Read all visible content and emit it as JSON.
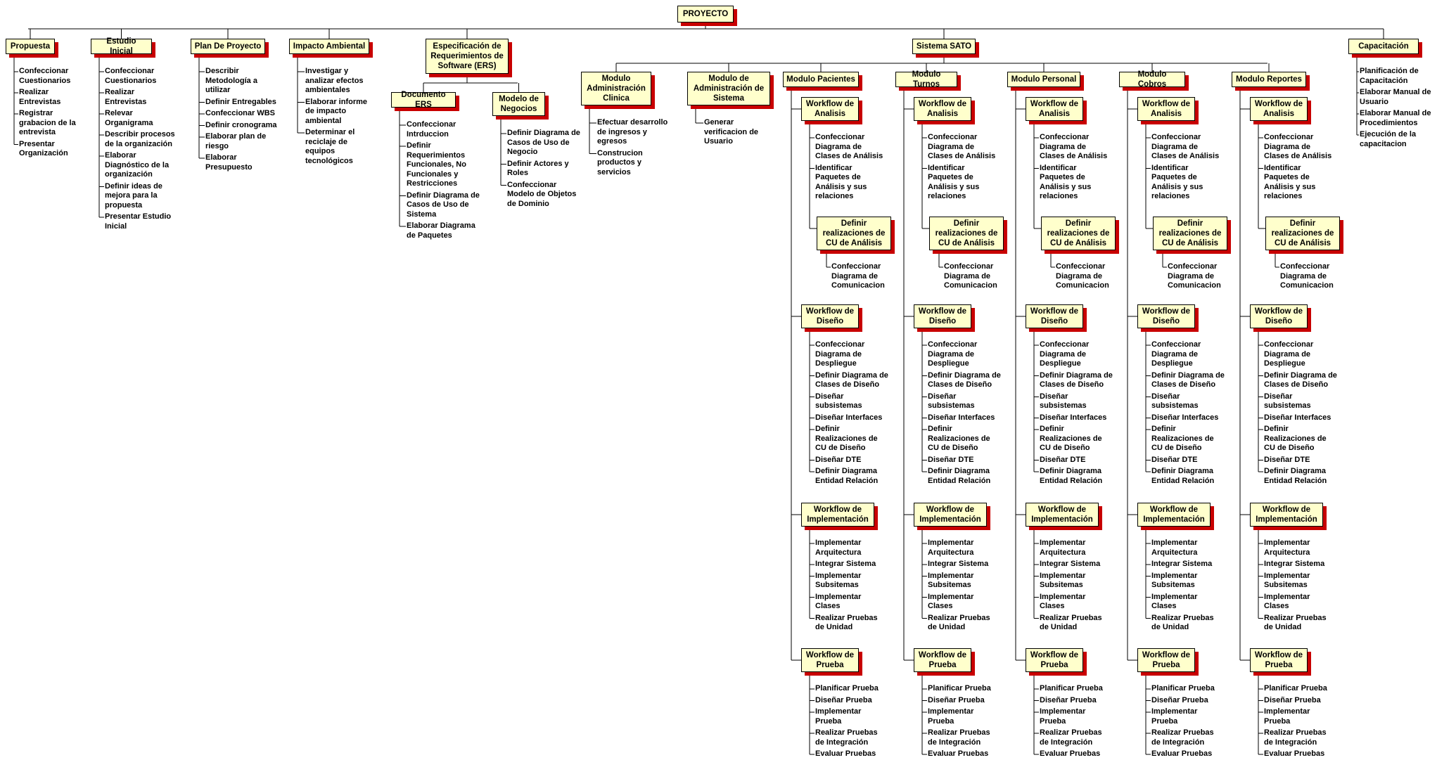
{
  "wbs": {
    "root": "PROYECTO",
    "phases": [
      {
        "label": "Propuesta",
        "items": [
          "Confeccionar\nCuestionarios",
          "Realizar\nEntrevistas",
          "Registrar\ngrabacion de la\nentrevista",
          "Presentar\nOrganización"
        ]
      },
      {
        "label": "Estudio Inicial",
        "items": [
          "Confeccionar\nCuestionarios",
          "Realizar\nEntrevistas",
          "Relevar\nOrganigrama",
          "Describir procesos\nde la organización",
          "Elaborar\nDiagnóstico de la\norganización",
          "Definir ideas de\nmejora para la\npropuesta",
          "Presentar Estudio\nInicial"
        ]
      },
      {
        "label": "Plan De Proyecto",
        "items": [
          "Describir\nMetodología a\nutilizar",
          "Definir Entregables",
          "Confeccionar WBS",
          "Definir cronograma",
          "Elaborar plan de\nriesgo",
          "Elaborar\nPresupuesto"
        ]
      },
      {
        "label": "Impacto Ambiental",
        "items": [
          "Investigar y\nanalizar efectos\nambientales",
          "Elaborar informe\nde impacto\nambiental",
          "Determinar el\nreciclaje de\nequipos\ntecnológicos"
        ]
      },
      {
        "label": "Especificación de\nRequerimientos de\nSoftware (ERS)",
        "children": [
          {
            "label": "Documento ERS",
            "items": [
              "Confeccionar\nIntrduccion",
              "Definir\nRequerimientos\nFuncionales, No\nFuncionales y\nRestricciones",
              "Definir Diagrama de\nCasos de Uso de\nSistema",
              "Elaborar Diagrama\nde Paquetes"
            ]
          },
          {
            "label": "Modelo de\nNegocios",
            "items": [
              "Definir Diagrama de\nCasos de Uso de\nNegocio",
              "Definir Actores y\nRoles",
              "Confeccionar\nModelo de Objetos\nde Dominio"
            ]
          }
        ]
      },
      {
        "label": "Sistema SATO",
        "admin": [
          {
            "label": "Modulo\nAdministración\nClinica",
            "items": [
              "Efectuar desarrollo\nde ingresos y\negresos",
              "Construcion\nproductos y\nservicios"
            ]
          },
          {
            "label": "Modulo de\nAdministración de\nSistema",
            "items": [
              "Generar\nverificacion de\nUsuario"
            ]
          }
        ],
        "modules": [
          "Modulo Pacientes",
          "Modulo Turnos",
          "Modulo Personal",
          "Modulo Cobros",
          "Modulo Reportes"
        ],
        "workflow_template": {
          "analisis": {
            "label": "Workflow de\nAnalisis",
            "items": [
              "Confeccionar\nDiagrama de\nClases de Análisis",
              "Identificar\nPaquetes de\nAnálisis y sus\nrelaciones"
            ],
            "sub": {
              "label": "Definir\nrealizaciones de\nCU de Análisis",
              "items": [
                "Confeccionar\nDiagrama de\nComunicacion"
              ]
            }
          },
          "diseno": {
            "label": "Workflow de\nDiseño",
            "items": [
              "Confeccionar\nDiagrama de\nDespliegue",
              "Definir Diagrama de\nClases de Diseño",
              "Diseñar\nsubsistemas",
              "Diseñar Interfaces",
              "Definir\nRealizaciones de\nCU de Diseño",
              "Diseñar DTE",
              "Definir Diagrama\nEntidad Relación"
            ]
          },
          "implementacion": {
            "label": "Workflow de\nImplementación",
            "items": [
              "Implementar\nArquitectura",
              "Integrar Sistema",
              "Implementar\nSubsitemas",
              "Implementar\nClases",
              "Realizar Pruebas\nde Unidad"
            ]
          },
          "prueba": {
            "label": "Workflow de\nPrueba",
            "items": [
              "Planificar Prueba",
              "Diseñar Prueba",
              "Implementar\nPrueba",
              "Realizar Pruebas\nde Integración",
              "Evaluar Pruebas"
            ]
          }
        }
      },
      {
        "label": "Capacitación",
        "items": [
          "Planificación de\nCapacitación",
          "Elaborar Manual de\nUsuario",
          "Elaborar Manual de\nProcedimientos",
          "Ejecución de la\ncapacitacion"
        ]
      }
    ]
  }
}
